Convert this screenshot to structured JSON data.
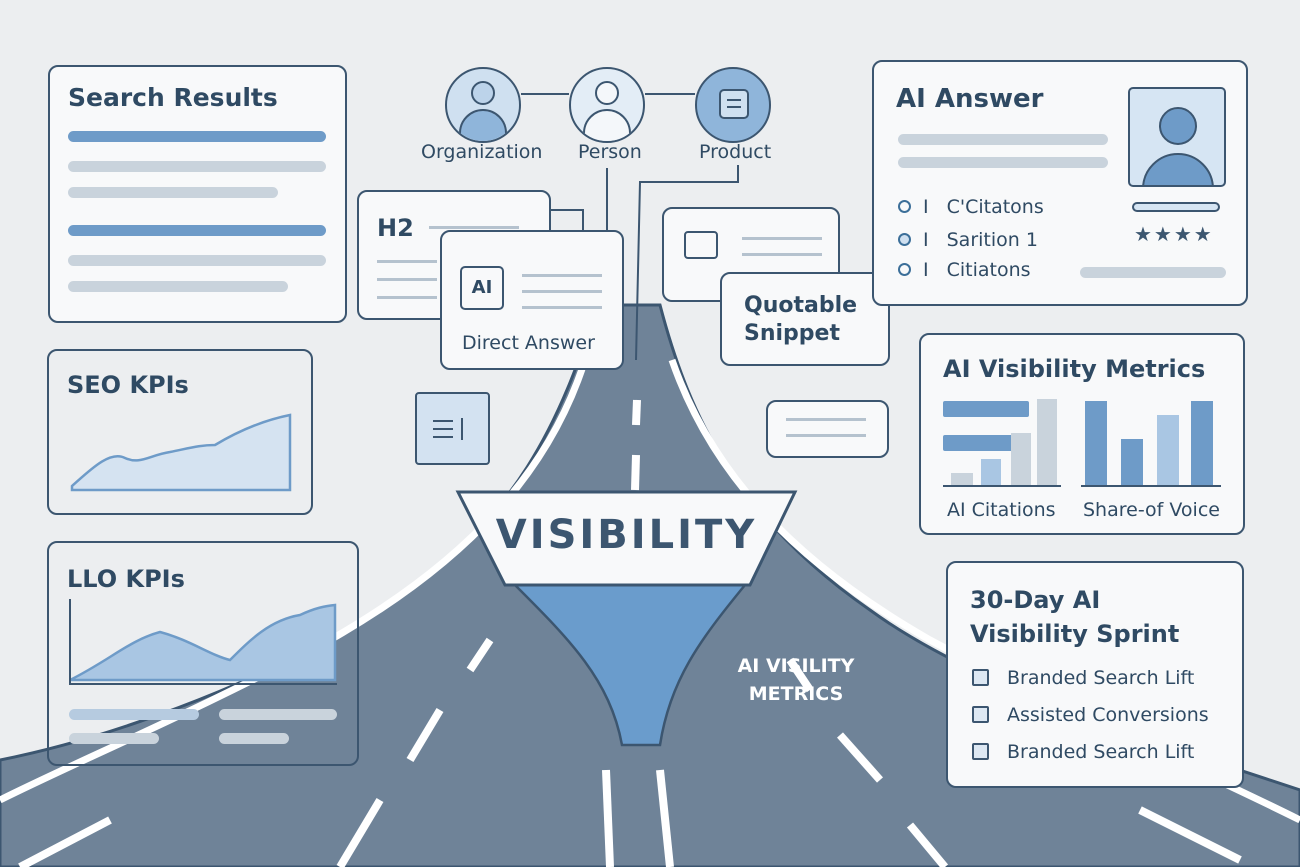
{
  "search_results": {
    "title": "Search Results"
  },
  "seo_kpis": {
    "title": "SEO KPIs"
  },
  "llo_kpis": {
    "title": "LLO KPIs"
  },
  "entities": [
    {
      "label": "Organization",
      "icon": "organization-icon"
    },
    {
      "label": "Person",
      "icon": "person-icon"
    },
    {
      "label": "Product",
      "icon": "product-icon"
    }
  ],
  "h2_card": {
    "title": "H2"
  },
  "direct_answer": {
    "badge": "AI",
    "label": "Direct Answer"
  },
  "quotable": {
    "label": "Quotable Snippet"
  },
  "ai_answer": {
    "title": "AI Answer",
    "items": [
      "C'Citatons",
      "Sarition 1",
      "Citiatons"
    ],
    "stars": 4
  },
  "ai_metrics": {
    "title": "AI Visibility Metrics",
    "labels": [
      "AI Citations",
      "Share-of Voice"
    ]
  },
  "funnel": {
    "label": "VISIBILITY"
  },
  "road_label": {
    "line1": "AI VISILITY",
    "line2": "METRICS"
  },
  "sprint": {
    "title_line1": "30-Day AI",
    "title_line2": "Visibility Sprint",
    "items": [
      "Branded Search Lift",
      "Assisted Conversions",
      "Branded Search Lift"
    ]
  },
  "colors": {
    "road": "#6f8398",
    "accent": "#6e9bc8",
    "ink": "#2f4a63",
    "bg": "#eceef0"
  }
}
